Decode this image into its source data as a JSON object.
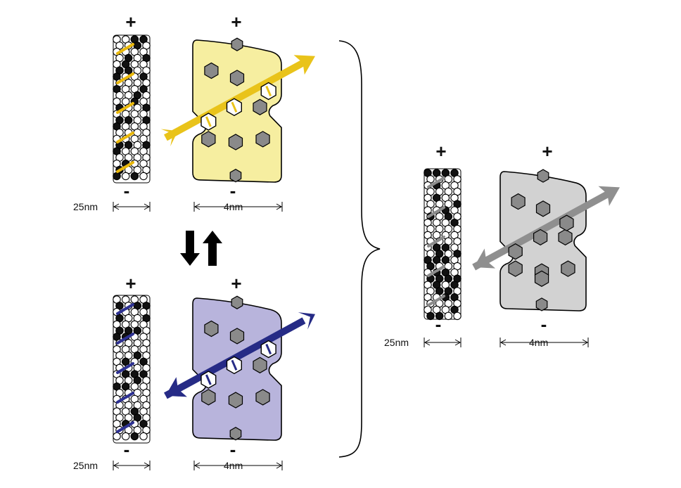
{
  "panels": [
    {
      "id": "top",
      "tube_plus": "+",
      "tube_minus": "-",
      "tube_width": "25nm",
      "slab_plus": "+",
      "slab_minus": "-",
      "slab_width": "4nm",
      "fill": "#f6eea0",
      "arrow": "#e9c31a",
      "dash": "#e9b80c",
      "arrow_head": "top-right"
    },
    {
      "id": "bottom",
      "tube_plus": "+",
      "tube_minus": "-",
      "tube_width": "25nm",
      "slab_plus": "+",
      "slab_minus": "-",
      "slab_width": "4nm",
      "fill": "#b8b4dc",
      "arrow": "#262b86",
      "dash": "#2d3192",
      "arrow_head": "bottom-left"
    },
    {
      "id": "right",
      "tube_plus": "+",
      "tube_minus": "-",
      "tube_width": "25nm",
      "slab_plus": "+",
      "slab_minus": "-",
      "slab_width": "4nm",
      "fill": "#d2d2d2",
      "arrow": "#8f8f8f",
      "dash": "#8c8c8c",
      "arrow_head": "both"
    }
  ],
  "equilibrium_icon": "double-arrow-icon",
  "bracket_icon": "right-curly-brace-icon",
  "hexagon_fill": "#8a8a8a"
}
